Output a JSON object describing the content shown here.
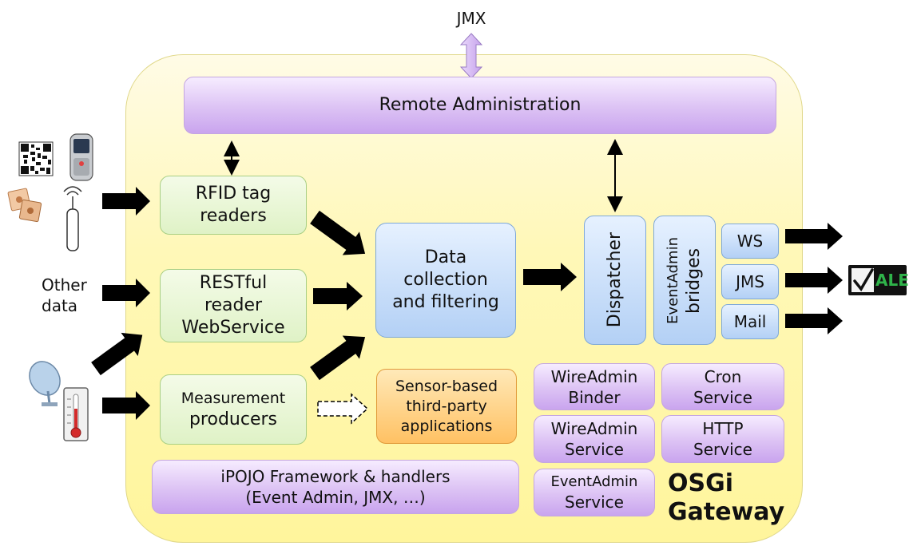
{
  "top": {
    "jmx_label": "JMX"
  },
  "gateway": {
    "title_line1": "OSGi",
    "title_line2": "Gateway"
  },
  "remote_admin": {
    "label": "Remote Administration"
  },
  "inputs": {
    "rfid_line1": "RFID tag",
    "rfid_line2": "readers",
    "rest_line1": "RESTful",
    "rest_line2": "reader",
    "rest_line3": "WebService",
    "measure_line1": "Measurement",
    "measure_line2": "producers",
    "other_data_line1": "Other",
    "other_data_line2": "data"
  },
  "data_collection": {
    "line1": "Data",
    "line2": "collection",
    "line3": "and filtering"
  },
  "sensor_apps": {
    "line1": "Sensor-based",
    "line2": "third-party",
    "line3": "applications"
  },
  "dispatcher": {
    "label": "Dispatcher"
  },
  "eventadmin_bridges": {
    "line1": "EventAdmin",
    "line2": "bridges"
  },
  "outputs": {
    "ws": "WS",
    "jms": "JMS",
    "mail": "Mail",
    "ale_logo_text": "ALE"
  },
  "services": {
    "wireadmin_binder_line1": "WireAdmin",
    "wireadmin_binder_line2": "Binder",
    "cron_line1": "Cron",
    "cron_line2": "Service",
    "wireadmin_service_line1": "WireAdmin",
    "wireadmin_service_line2": "Service",
    "http_line1": "HTTP",
    "http_line2": "Service",
    "eventadmin_service_line1": "EventAdmin",
    "eventadmin_service_line2": "Service"
  },
  "ipojo": {
    "line1": "iPOJO Framework & handlers",
    "line2": "(Event Admin, JMX, …)"
  },
  "icons": [
    "qr-code-icon",
    "mobile-phone-icon",
    "rfid-tag-icon",
    "rfid-antenna-icon",
    "satellite-dish-icon",
    "thermometer-icon",
    "ale-logo-icon"
  ]
}
